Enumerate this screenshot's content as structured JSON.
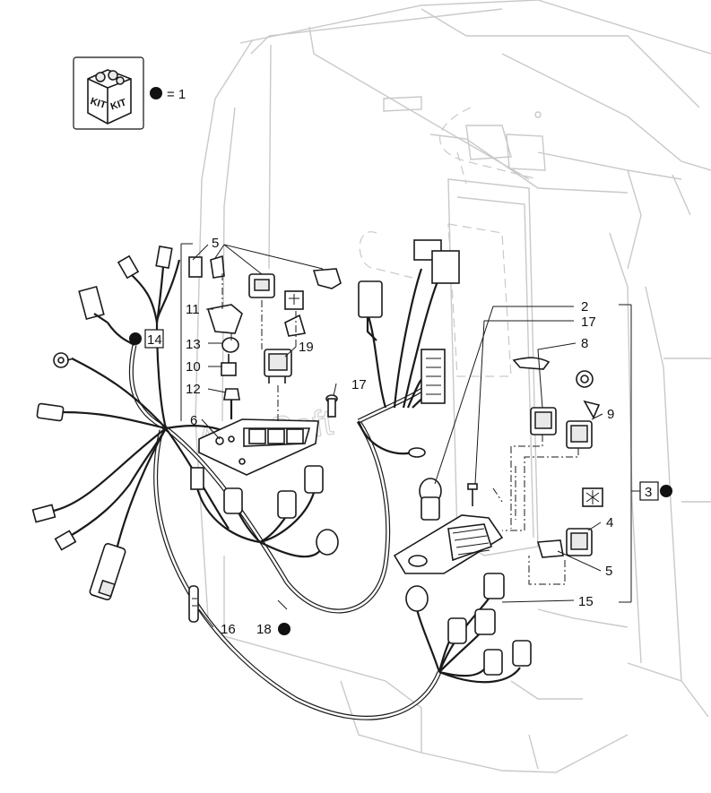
{
  "legend": {
    "kit_label_left": "KIT",
    "kit_label_right": "KIT",
    "equals_text": "= 1"
  },
  "watermark": "AutoSoft",
  "callouts": {
    "c2": "2",
    "c3": "3",
    "c4": "4",
    "c5a": "5",
    "c5b": "5",
    "c6": "6",
    "c8": "8",
    "c9": "9",
    "c10": "10",
    "c11": "11",
    "c12": "12",
    "c13": "13",
    "c14": "14",
    "c15": "15",
    "c16": "16",
    "c17a": "17",
    "c17b": "17",
    "c18": "18",
    "c19": "19"
  }
}
